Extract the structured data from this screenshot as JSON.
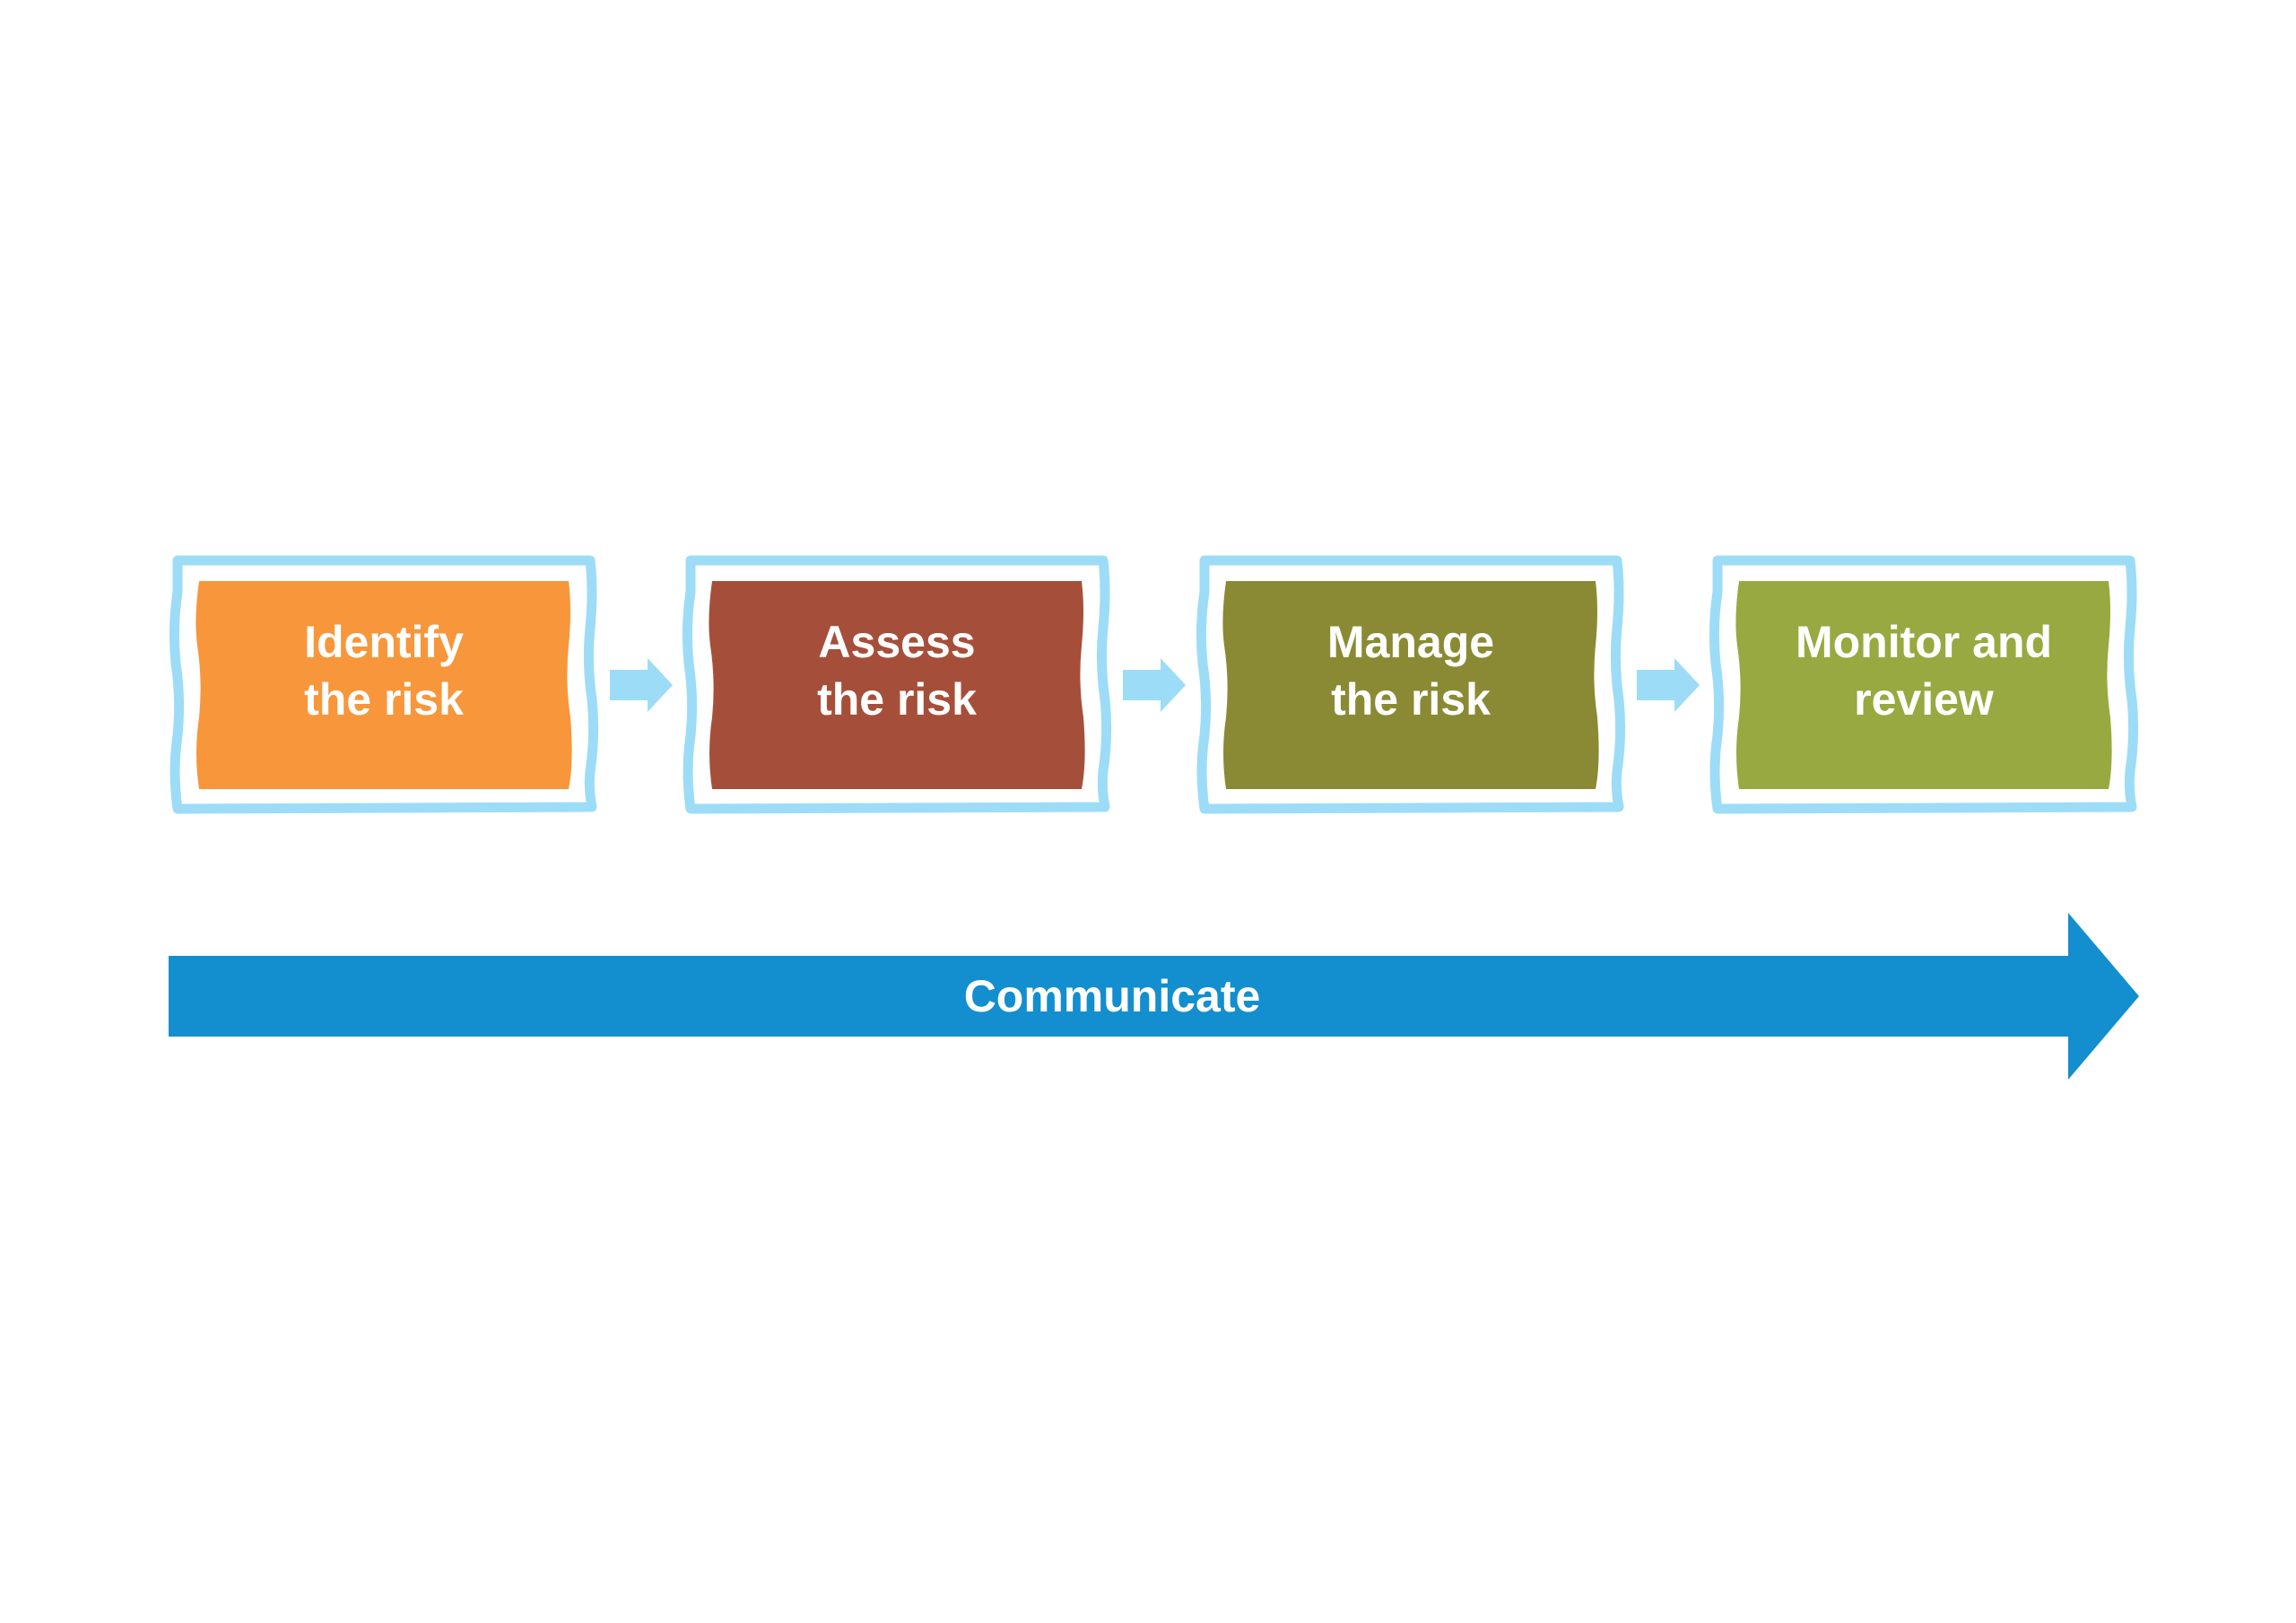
{
  "steps": [
    {
      "line1": "Identify",
      "line2": "the risk"
    },
    {
      "line1": "Assess",
      "line2": "the risk"
    },
    {
      "line1": "Manage",
      "line2": "the risk"
    },
    {
      "line1": "Monitor and",
      "line2": "review"
    }
  ],
  "communicate": {
    "label": "Communicate"
  },
  "colors": {
    "frame": "#9ddcf7",
    "connector": "#9ddcf7",
    "step_fills": [
      "#f7963a",
      "#a54f3a",
      "#8a8a35",
      "#97a940"
    ],
    "communicate_arrow": "#138ece"
  }
}
